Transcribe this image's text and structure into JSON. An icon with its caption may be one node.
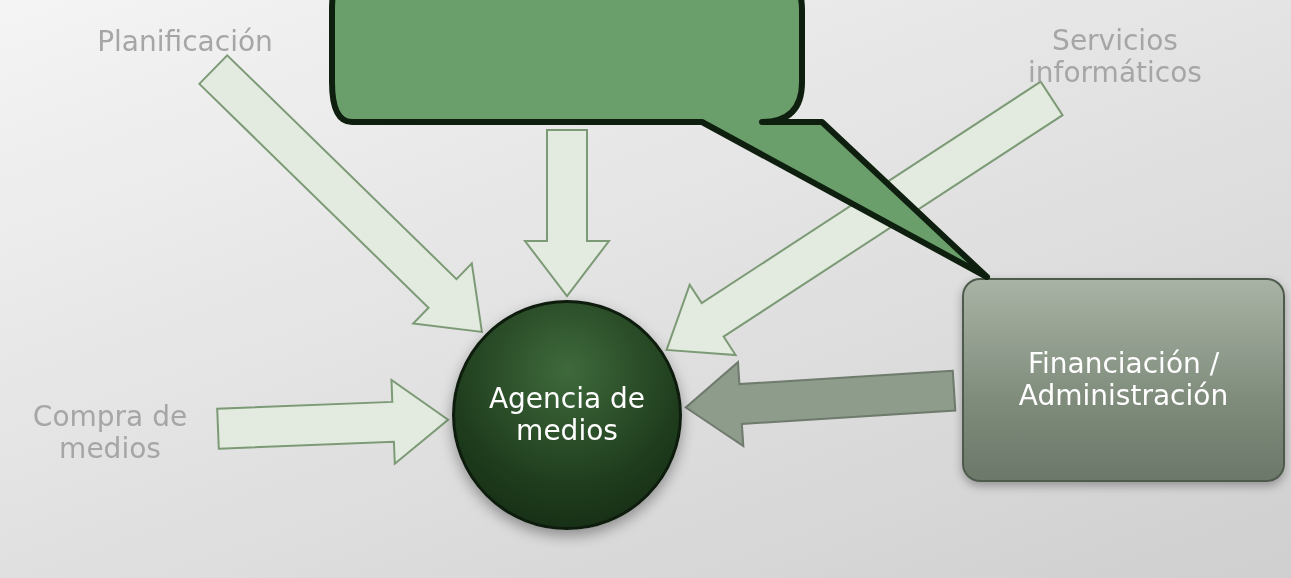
{
  "diagram": {
    "nodes": [
      {
        "text": [
          "Planificación"
        ]
      },
      {
        "text": [
          "Servicios informáticos"
        ]
      },
      {
        "text": [
          "Compra de medios"
        ]
      },
      {
        "text": [
          "Agencia de medios"
        ]
      },
      {
        "text": [
          "Financiación / Administración"
        ]
      },
      {
        "text": [],
        "shape": "bubble"
      }
    ],
    "edges": [
      {
        "from": 0,
        "to": 3,
        "arrow": "to"
      },
      {
        "from": 5,
        "to": 3,
        "arrow": "to"
      },
      {
        "from": 1,
        "to": 3,
        "arrow": "to"
      },
      {
        "from": 2,
        "to": 3,
        "arrow": "to"
      },
      {
        "from": 4,
        "to": 3,
        "arrow": "to",
        "color": "#8e9c8c"
      }
    ]
  }
}
